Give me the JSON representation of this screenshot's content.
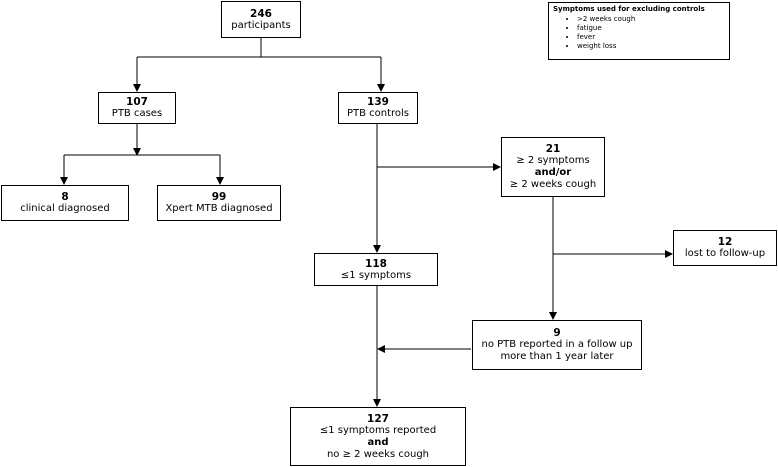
{
  "nodes": {
    "participants": {
      "count": "246",
      "label": "participants"
    },
    "cases": {
      "count": "107",
      "label": "PTB cases"
    },
    "controls": {
      "count": "139",
      "label": "PTB controls"
    },
    "clinical": {
      "count": "8",
      "label": "clinical diagnosed"
    },
    "xpert": {
      "count": "99",
      "label": "Xpert MTB diagnosed"
    },
    "symptomatic": {
      "count": "21",
      "line1": "≥ 2 symptoms",
      "line2": "and/or",
      "line3": "≥ 2 weeks cough"
    },
    "lost": {
      "count": "12",
      "label": "lost to follow-up"
    },
    "le1": {
      "count": "118",
      "label": "≤1 symptoms"
    },
    "nofollow": {
      "count": "9",
      "line1": "no PTB reported in a follow up",
      "line2": "more than 1 year later"
    },
    "final": {
      "count": "127",
      "line1": "≤1 symptoms reported",
      "line2": "and",
      "line3": "no ≥ 2 weeks cough"
    }
  },
  "legend": {
    "title": "Symptoms used for excluding controls",
    "items": [
      ">2 weeks cough",
      "fatigue",
      "fever",
      "weight loss"
    ]
  }
}
